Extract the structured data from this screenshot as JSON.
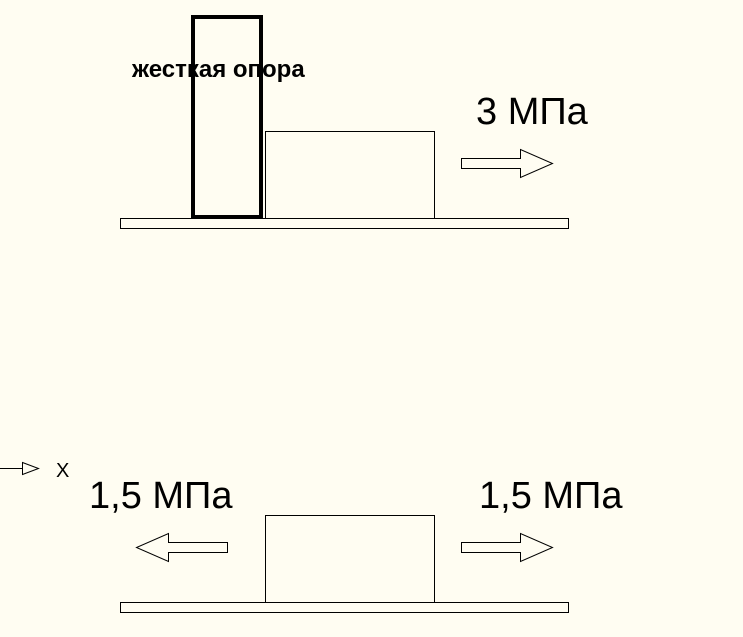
{
  "colors": {
    "background": "#fffdf2",
    "stroke": "#000000"
  },
  "top_scheme": {
    "support_label": "жесткая опора",
    "force_label": "3 МПа"
  },
  "bottom_scheme": {
    "force_left_label": "1,5 МПа",
    "force_right_label": "1,5 МПа"
  },
  "axis_marker": {
    "label": "X"
  }
}
